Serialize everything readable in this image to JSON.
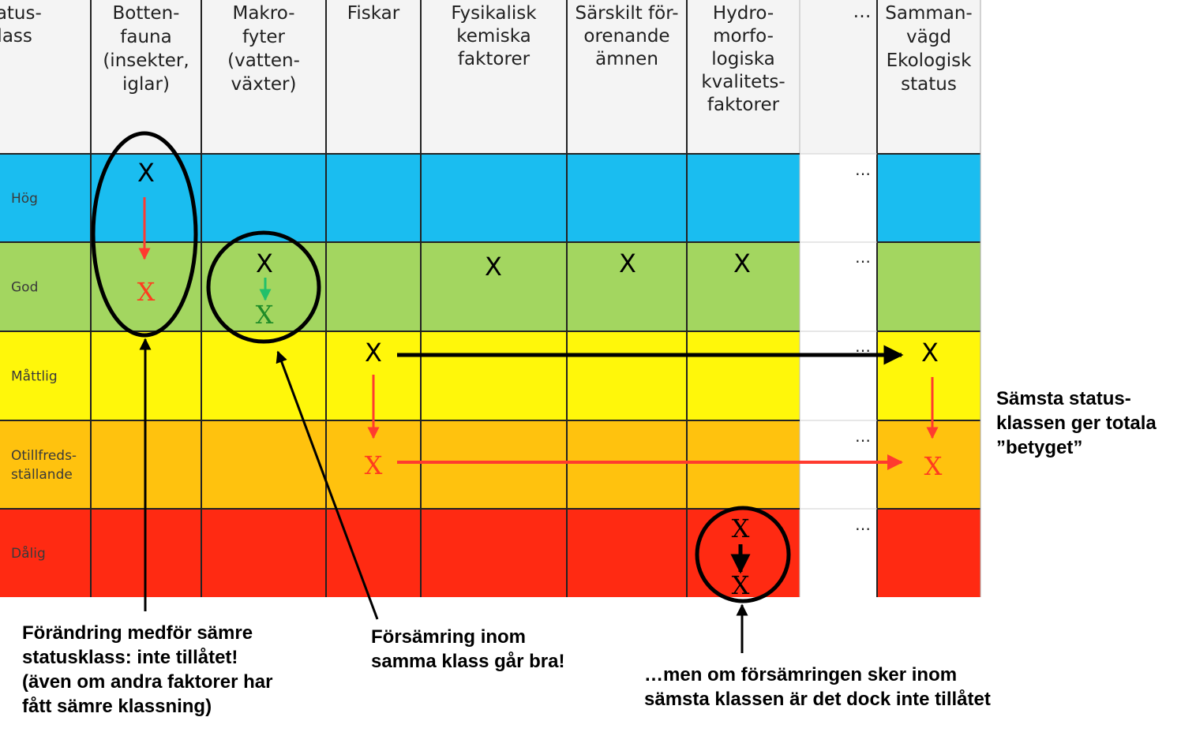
{
  "table": {
    "headers": [
      {
        "lines": [
          "Status-",
          "klass"
        ]
      },
      {
        "lines": [
          "Botten-",
          "fauna",
          "(insekter,",
          "iglar)"
        ]
      },
      {
        "lines": [
          "Makro-",
          "fyter",
          "(vatten-",
          "växter)"
        ]
      },
      {
        "lines": [
          "Fiskar"
        ]
      },
      {
        "lines": [
          "Fysikalisk",
          "kemiska",
          "faktorer"
        ]
      },
      {
        "lines": [
          "Särskilt för-",
          "orenande",
          "ämnen"
        ]
      },
      {
        "lines": [
          "Hydro-",
          "morfo-",
          "logiska",
          "kvalitets-",
          "faktorer"
        ]
      },
      {
        "lines": [
          "…"
        ]
      },
      {
        "lines": [
          "Samman-",
          "vägd",
          "Ekologisk",
          "status"
        ]
      }
    ],
    "rows": [
      {
        "lines": [
          "Hög"
        ],
        "color": "#1ABDF0"
      },
      {
        "lines": [
          "God"
        ],
        "color": "#A3D660"
      },
      {
        "lines": [
          "Måttlig"
        ],
        "color": "#FFF70A"
      },
      {
        "lines": [
          "Otillfreds-",
          "ställande"
        ],
        "color": "#FFC20E"
      },
      {
        "lines": [
          "Dålig"
        ],
        "color": "#FF2A12"
      }
    ],
    "ellipsis": "…",
    "mark": "X"
  },
  "colors": {
    "header_bg": "#F4F4F4",
    "grid": "#222222",
    "mark_red": "#FF3B1F",
    "mark_green": "#1E8C28",
    "arrow_green": "#22C06A",
    "arrow_red": "#FF3B2F"
  },
  "notes": {
    "left": [
      "Förändring medför sämre",
      "statusklass: inte tillåtet!",
      "(även om andra faktorer har",
      "fått sämre klassning)"
    ],
    "middle": [
      "Försämring inom",
      "samma klass går bra!"
    ],
    "bottom": [
      "…men om försämringen sker inom",
      "sämsta klassen är det dock inte tillåtet"
    ],
    "right": [
      "Sämsta status-",
      "klassen ger totala",
      "”betyget”"
    ]
  }
}
